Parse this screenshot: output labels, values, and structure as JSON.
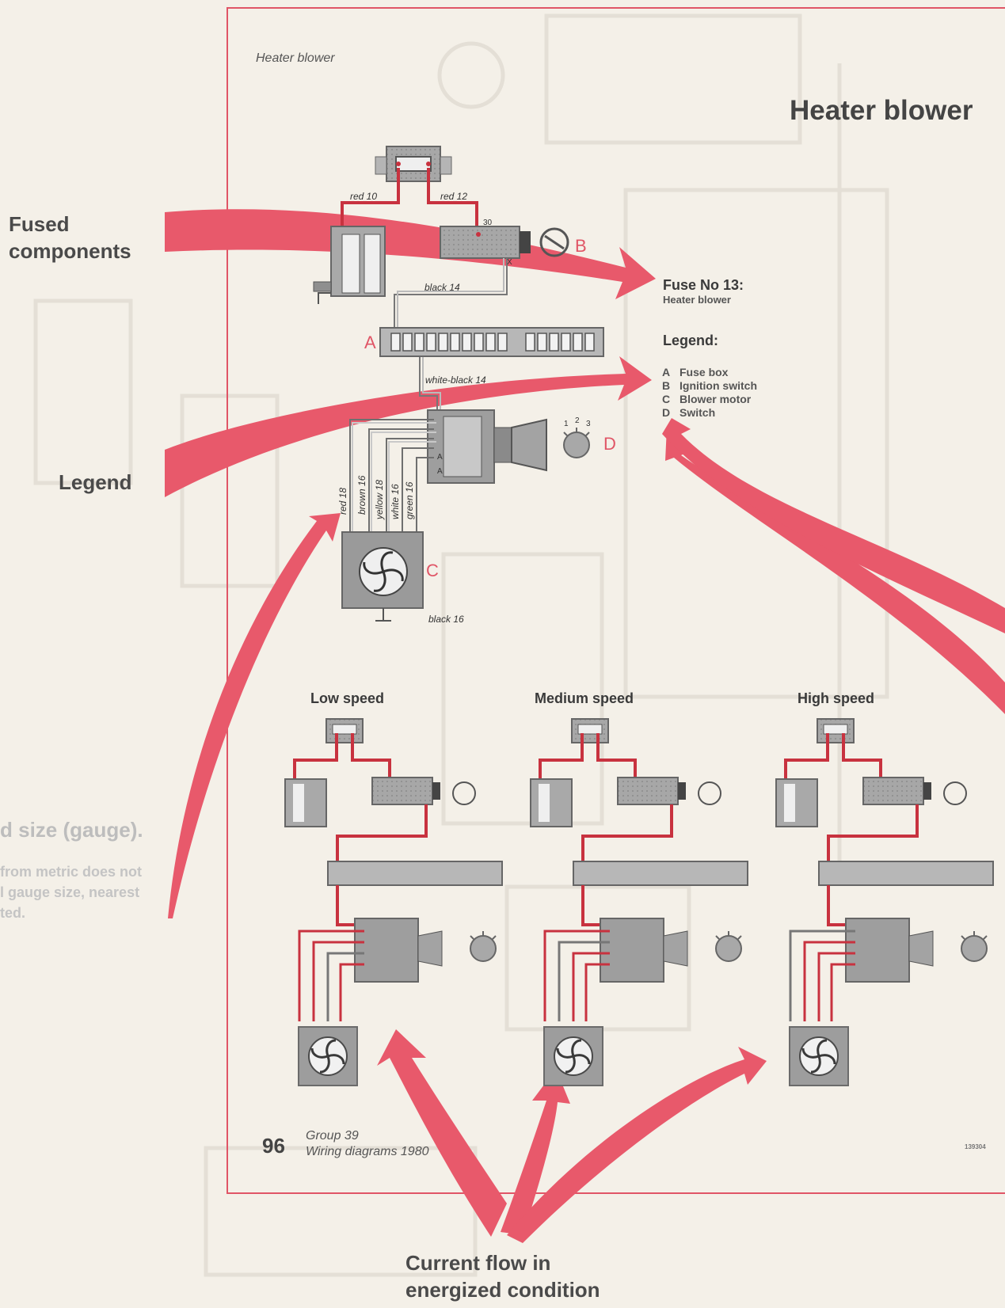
{
  "page": {
    "running_head": "Heater blower",
    "title": "Heater blower",
    "page_number": "96",
    "footer_line1": "Group 39",
    "footer_line2": "Wiring diagrams 1980",
    "image_code": "139304"
  },
  "callouts": {
    "fused_line1": "Fused",
    "fused_line2": "components",
    "legend": "Legend",
    "current_line1": "Current flow in",
    "current_line2": "energized condition"
  },
  "side_fragments": {
    "gauge_heading": "d size (gauge).",
    "line1": "from metric does not",
    "line2": "l gauge size, nearest",
    "line3": "ted."
  },
  "fuse_box": {
    "heading": "Fuse No 13:",
    "sub": "Heater blower"
  },
  "legend": {
    "heading": "Legend:",
    "items": [
      {
        "key": "A",
        "text": "Fuse box"
      },
      {
        "key": "B",
        "text": "Ignition switch"
      },
      {
        "key": "C",
        "text": "Blower motor"
      },
      {
        "key": "D",
        "text": "Switch"
      }
    ]
  },
  "component_labels": {
    "a": "A",
    "b": "B",
    "c": "C",
    "d": "D"
  },
  "terminals": {
    "t30": "30",
    "x": "X",
    "a1": "A",
    "a2": "A",
    "s1": "1",
    "s2": "2",
    "s3": "3"
  },
  "wires": {
    "red10": "red 10",
    "red12": "red 12",
    "black14": "black 14",
    "white_black14": "white-black 14",
    "red18": "red 18",
    "brown16": "brown 16",
    "yellow18": "yellow 18",
    "white16": "white 16",
    "green16": "green 16",
    "black16": "black 16"
  },
  "speeds": {
    "low": "Low speed",
    "medium": "Medium speed",
    "high": "High speed"
  },
  "colors": {
    "accent": "#e8596b",
    "page_border": "#e05566",
    "wire_live": "#c8323f",
    "paper": "#f4f0e8",
    "component_gray": "#9a9a9a"
  }
}
